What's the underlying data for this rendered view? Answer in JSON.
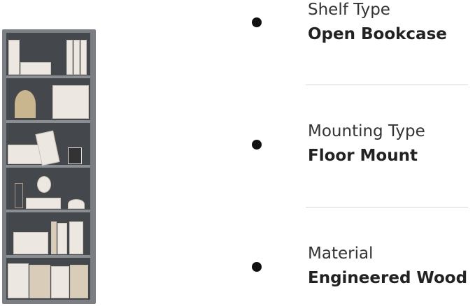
{
  "features": [
    {
      "label": "Shelf Type",
      "value": "Open Bookcase"
    },
    {
      "label": "Mounting Type",
      "value": "Floor Mount"
    },
    {
      "label": "Material",
      "value": "Engineered Wood"
    }
  ]
}
